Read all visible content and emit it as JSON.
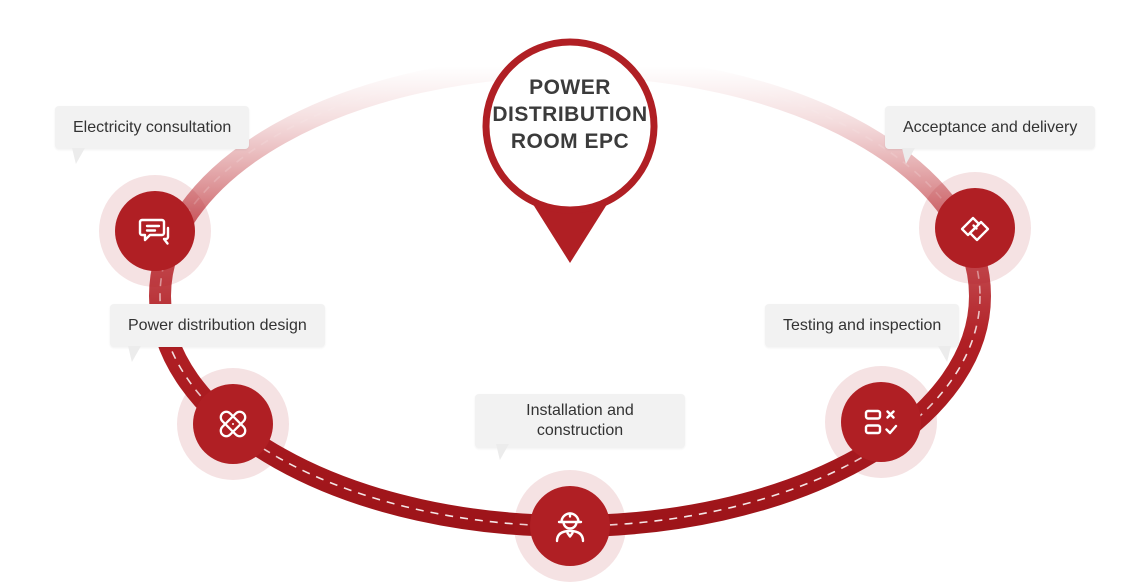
{
  "diagram": {
    "title": "Power Distribution Room EPC process ring",
    "center": {
      "line1": "POWER",
      "line2": "DISTRIBUTION",
      "line3": "ROOM EPC"
    }
  },
  "nodes": [
    {
      "label": "Electricity consultation",
      "icon": "chat-icon"
    },
    {
      "label": "Power distribution design",
      "icon": "bandage-cross-icon"
    },
    {
      "label": "Installation and construction",
      "icon": "engineer-worker-icon"
    },
    {
      "label": "Testing and inspection",
      "icon": "checklist-check-x-icon"
    },
    {
      "label": "Acceptance and delivery",
      "icon": "handshake-icon"
    }
  ],
  "colors": {
    "primary": "#b01f24",
    "ring_dark": "#9d1419",
    "halo": "rgba(176,31,36,0.13)",
    "label_bg": "#f2f2f2",
    "label_text": "#333333",
    "center_text": "#3b3b3b"
  }
}
